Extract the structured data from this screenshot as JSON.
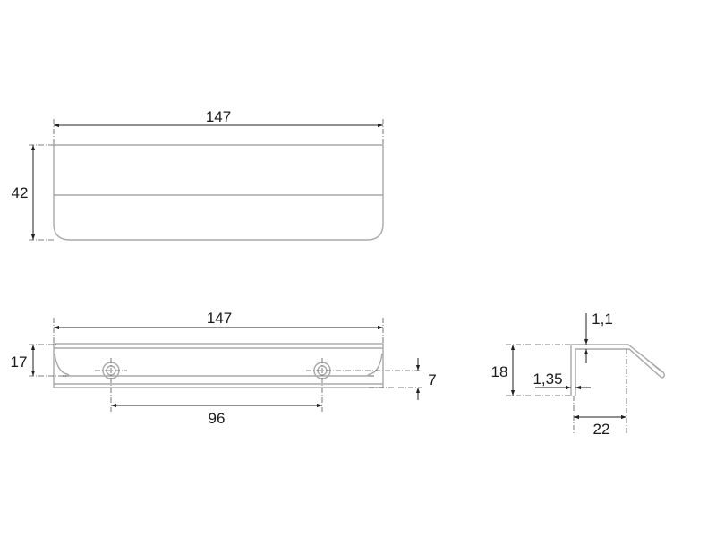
{
  "drawing": {
    "top_view": {
      "length_label": "147",
      "height_label": "42"
    },
    "front_view": {
      "length_label": "147",
      "height_label": "17",
      "hole_spacing_label": "96",
      "hole_offset_label": "7"
    },
    "side_profile": {
      "height_label": "18",
      "thickness_top_label": "1,1",
      "thickness_wall_label": "1,35",
      "depth_label": "22"
    }
  }
}
